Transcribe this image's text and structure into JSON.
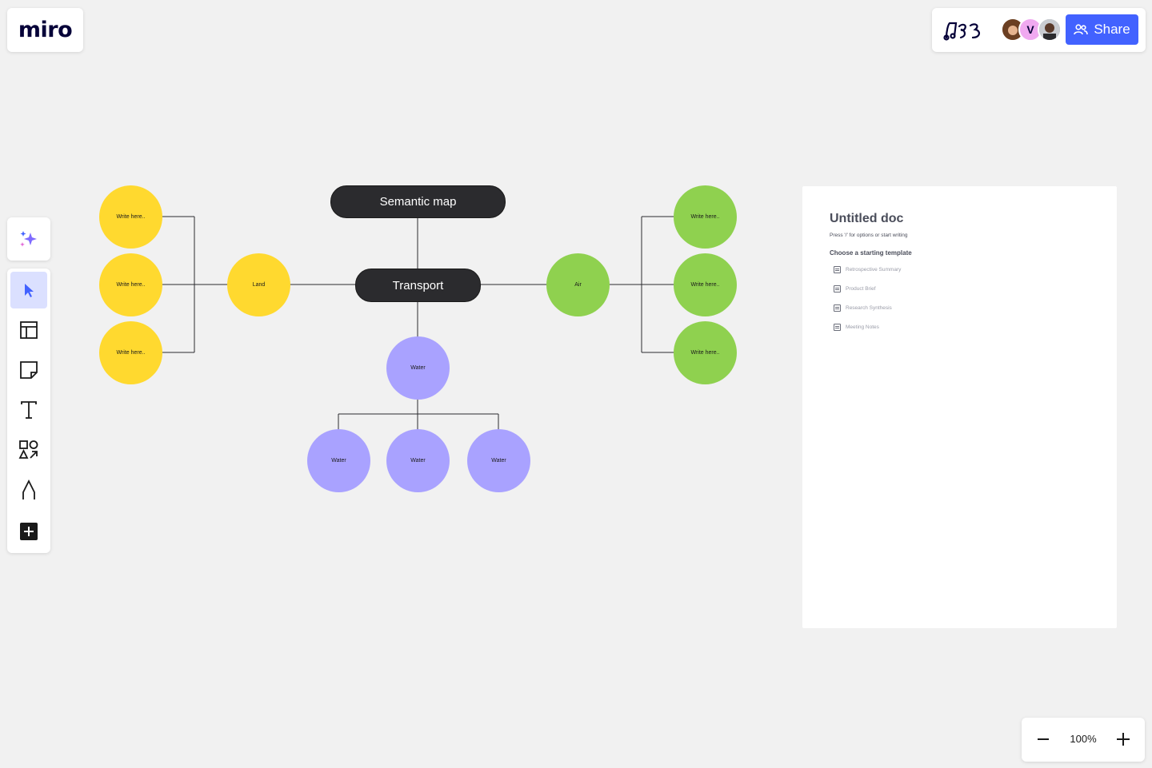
{
  "app": {
    "logo": "miro"
  },
  "header": {
    "share_label": "Share",
    "avatar_initial": "V",
    "board_icon": "board-doodle-icon"
  },
  "toolbar": {
    "tools": [
      {
        "name": "select",
        "icon": "cursor-icon",
        "active": true
      },
      {
        "name": "templates",
        "icon": "template-icon"
      },
      {
        "name": "sticky-note",
        "icon": "sticky-note-icon"
      },
      {
        "name": "text",
        "icon": "text-icon"
      },
      {
        "name": "shapes",
        "icon": "shapes-icon"
      },
      {
        "name": "pen",
        "icon": "pen-icon"
      },
      {
        "name": "more",
        "icon": "plus-icon"
      }
    ],
    "ai_icon": "sparkle-icon"
  },
  "map": {
    "title": "Semantic map",
    "center": "Transport",
    "land": "Land",
    "air": "Air",
    "water": "Water",
    "left_leaves": [
      "Write here..",
      "Write here..",
      "Write here.."
    ],
    "right_leaves": [
      "Write here..",
      "Write here..",
      "Write here.."
    ],
    "bottom_leaves": [
      "Water",
      "Water",
      "Water"
    ],
    "colors": {
      "land": "#ffd92f",
      "air": "#8fd14f",
      "water": "#a9a2ff",
      "pill": "#2b2b2e"
    }
  },
  "doc": {
    "title": "Untitled doc",
    "hint": "Press '/' for options or start writing",
    "choose": "Choose a starting template",
    "templates": [
      "Retrospective Summary",
      "Product Brief",
      "Research Synthesis",
      "Meeting Notes"
    ]
  },
  "zoom": {
    "value": "100%"
  },
  "accent": "#4262ff"
}
